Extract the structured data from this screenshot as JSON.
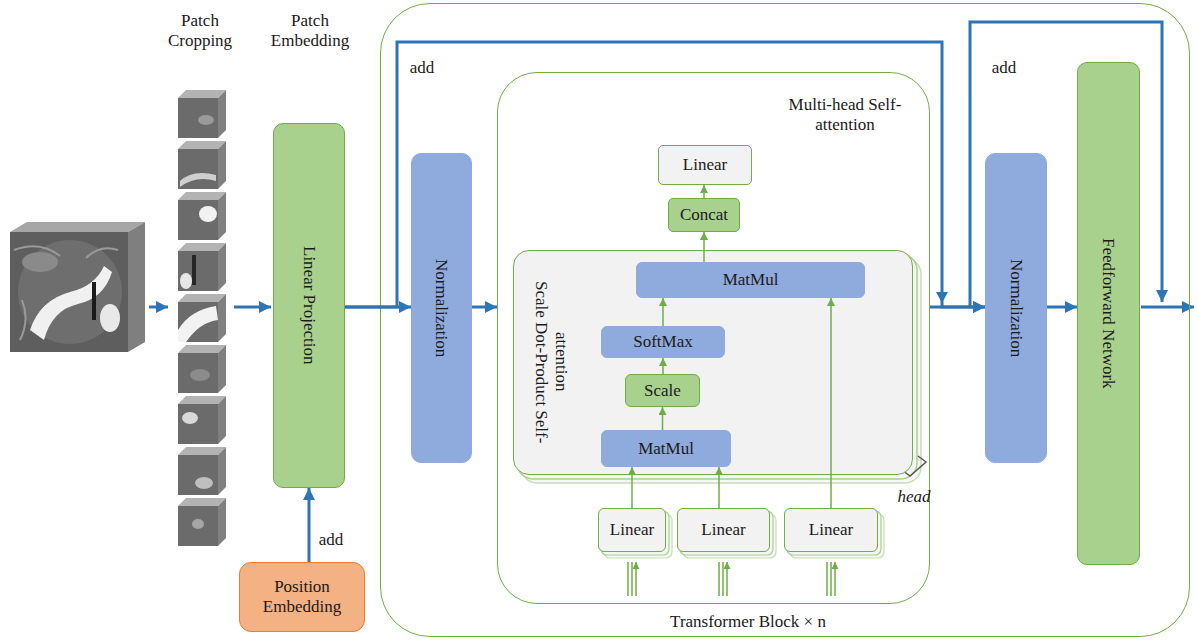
{
  "diagram": {
    "nodes": [
      {
        "text": [
          "Patch Embedding",
          "Linear Projection"
        ]
      },
      {
        "text": [
          "Position Embedding"
        ]
      },
      {
        "text": [
          "Transformer Block × n"
        ]
      },
      {
        "text": [
          "Normalization"
        ],
        "in": 2
      },
      {
        "text": [
          "Multi-head Self-attention"
        ],
        "in": 2
      },
      {
        "text": [
          "Linear"
        ],
        "in": 4
      },
      {
        "text": [
          "Concat"
        ],
        "in": 4
      },
      {
        "text": [
          "Scale Dot-Product Self-attention"
        ],
        "in": 4
      },
      {
        "text": [
          "MatMul"
        ],
        "in": 7
      },
      {
        "text": [
          "SoftMax"
        ],
        "in": 7
      },
      {
        "text": [
          "Scale"
        ],
        "in": 7
      },
      {
        "text": [
          "MatMul"
        ],
        "in": 7
      },
      {
        "text": [
          "Linear"
        ],
        "in": 4
      },
      {
        "text": [
          "Linear"
        ],
        "in": 4
      },
      {
        "text": [
          "Linear"
        ],
        "in": 4
      },
      {
        "text": [
          "Normalization"
        ],
        "in": 2
      },
      {
        "text": [
          "Feedforward Network"
        ],
        "in": 2
      }
    ],
    "edges": [
      {
        "from": 1,
        "to": 0,
        "label": "add",
        "arrow": "to"
      },
      {
        "from": 0,
        "to": 3,
        "arrow": "to"
      },
      {
        "from": 0,
        "to": 15,
        "label": "add",
        "arrow": "to"
      },
      {
        "from": 3,
        "to": 4,
        "arrow": "to"
      },
      {
        "from": 12,
        "to": 11,
        "arrow": "to"
      },
      {
        "from": 13,
        "to": 11,
        "arrow": "to"
      },
      {
        "from": 14,
        "to": 8,
        "arrow": "to"
      },
      {
        "from": 11,
        "to": 10,
        "arrow": "to"
      },
      {
        "from": 10,
        "to": 9,
        "arrow": "to"
      },
      {
        "from": 9,
        "to": 8,
        "arrow": "to"
      },
      {
        "from": 8,
        "to": 6,
        "arrow": "to"
      },
      {
        "from": 6,
        "to": 5,
        "arrow": "to"
      },
      {
        "from": 4,
        "to": 15,
        "arrow": "to"
      },
      {
        "from": 15,
        "to": 16,
        "arrow": "to"
      }
    ],
    "labels": [
      "Patch Cropping",
      "head",
      "add"
    ]
  }
}
